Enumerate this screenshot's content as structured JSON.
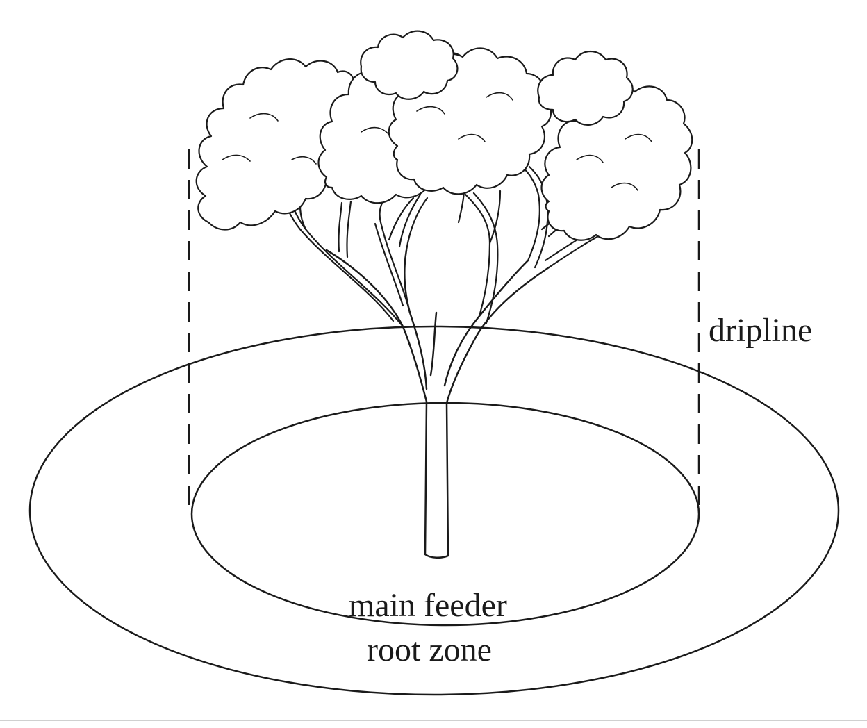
{
  "labels": {
    "dripline": "dripline",
    "root_zone_line1": "main feeder",
    "root_zone_line2": "root zone"
  },
  "colors": {
    "ink": "#1a1a1a",
    "background": "#ffffff"
  },
  "icons": [
    "tree-canopy-icon",
    "tree-trunk-icon",
    "dripline-dashes",
    "outer-root-ellipse",
    "inner-root-ellipse"
  ]
}
